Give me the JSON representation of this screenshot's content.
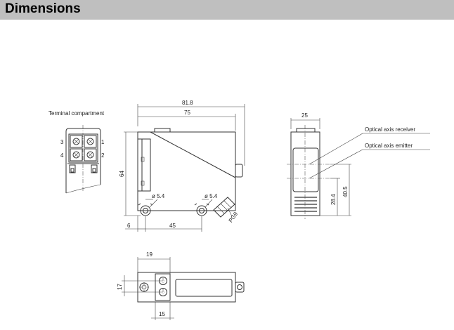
{
  "header": {
    "title": "Dimensions"
  },
  "labels": {
    "terminal_compartment": "Terminal compartment",
    "optical_axis_receiver": "Optical axis receiver",
    "optical_axis_emitter": "Optical axis emitter"
  },
  "terminals": {
    "t1": "1",
    "t2": "2",
    "t3": "3",
    "t4": "4"
  },
  "dimensions": {
    "overall_length": "81.8",
    "body_length": "75",
    "height": "64",
    "hole_dia_left": "ø 5.4",
    "hole_dia_right": "ø 5.4",
    "cable_gland": "PG9",
    "offset_6": "6",
    "hole_spacing": "45",
    "width": "25",
    "axis_height_receiver": "40.5",
    "axis_height_emitter": "28.4",
    "lens_offset": "19",
    "lens_height": "17",
    "lens_width": "15"
  }
}
